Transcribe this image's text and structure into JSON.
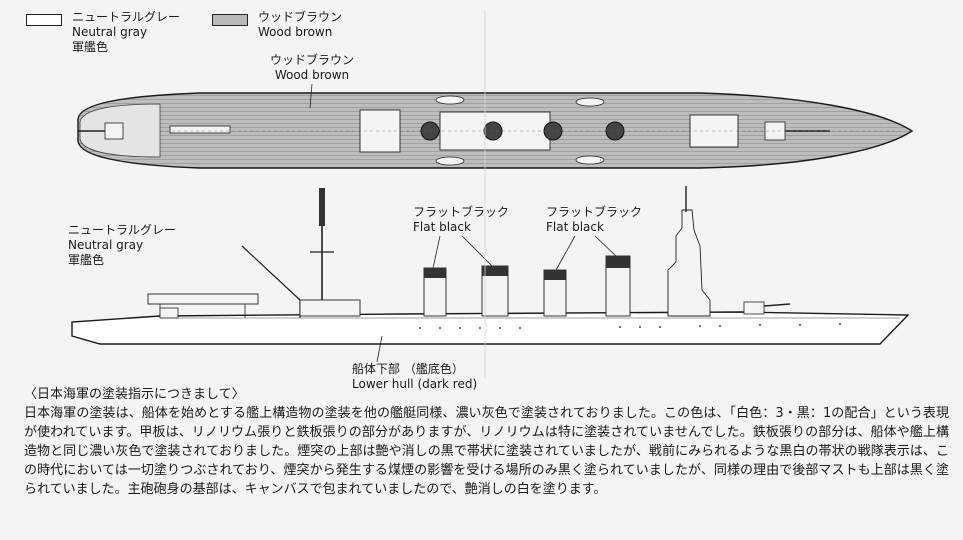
{
  "legend": [
    {
      "jp": "ニュートラルグレー",
      "en": "Neutral gray",
      "jp2": "軍艦色",
      "fill": "#ffffff"
    },
    {
      "jp": "ウッドブラウン",
      "en": "Wood brown",
      "jp2": "",
      "fill": "#b9b9b9"
    }
  ],
  "callouts": {
    "deck": {
      "jp": "ウッドブラウン",
      "en": "Wood brown"
    },
    "hull": {
      "jp": "ニュートラルグレー",
      "en": "Neutral gray",
      "jp2": "軍艦色"
    },
    "funnel1": {
      "jp": "フラットブラック",
      "en": "Flat black"
    },
    "funnel2": {
      "jp": "フラットブラック",
      "en": "Flat black"
    },
    "lower_hull": {
      "jp": "船体下部 （艦底色）",
      "en": "Lower hull (dark red)"
    }
  },
  "notes": {
    "heading": "〈日本海軍の塗装指示につきまして〉",
    "body": "日本海軍の塗装は、船体を始めとする艦上構造物の塗装を他の艦艇同様、濃い灰色で塗装されておりました。この色は、「白色：3・黒：1の配合」という表現が使われています。甲板は、リノリウム張りと鉄板張りの部分がありますが、リノリウムは特に塗装されていませんでした。鉄板張りの部分は、船体や艦上構造物と同じ濃い灰色で塗装されておりました。煙突の上部は艶や消しの黒で帯状に塗装されていましたが、戦前にみられるような黒白の帯状の戦隊表示は、この時代においては一切塗りつぶされており、煙突から発生する煤煙の影響を受ける場所のみ黒く塗られていましたが、同様の理由で後部マストも上部は黒く塗られていました。主砲砲身の基部は、キャンバスで包まれていましたので、艶消しの白を塗ります。"
  }
}
